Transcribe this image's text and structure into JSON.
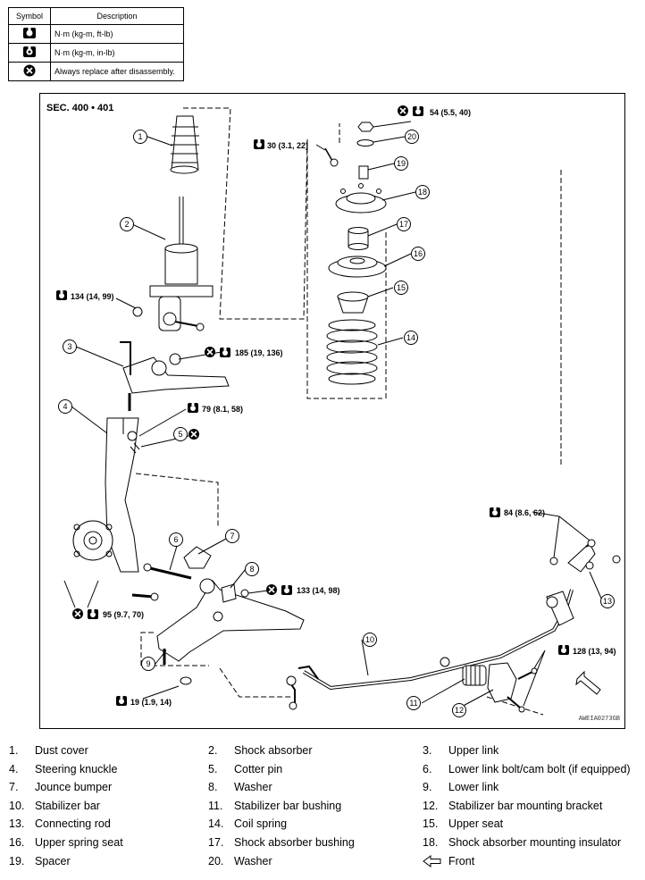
{
  "legend": {
    "header_symbol": "Symbol",
    "header_description": "Description",
    "rows": [
      {
        "icon": "torque-ftlb-icon",
        "text": "N·m (kg-m, ft-lb)"
      },
      {
        "icon": "torque-inlb-icon",
        "text": "N·m (kg-m, in-lb)"
      },
      {
        "icon": "replace-icon",
        "text": "Always replace after disassembly."
      }
    ]
  },
  "diagram": {
    "section": "SEC. 400 • 401",
    "image_code": "AWEIA0273GB",
    "torques": [
      "54 (5.5, 40)",
      "30 (3.1, 22)",
      "134 (14, 99)",
      "185 (19, 136)",
      "79 (8.1, 58)",
      "84 (8.6, 62)",
      "133 (14, 98)",
      "95 (9.7, 70)",
      "128 (13, 94)",
      "19 (1.9, 14)"
    ],
    "callouts": [
      "1",
      "2",
      "3",
      "4",
      "5",
      "6",
      "7",
      "8",
      "9",
      "10",
      "11",
      "12",
      "13",
      "14",
      "15",
      "16",
      "17",
      "18",
      "19",
      "20"
    ]
  },
  "parts": [
    {
      "n": "1.",
      "label": "Dust cover"
    },
    {
      "n": "2.",
      "label": "Shock absorber"
    },
    {
      "n": "3.",
      "label": "Upper link"
    },
    {
      "n": "4.",
      "label": "Steering knuckle"
    },
    {
      "n": "5.",
      "label": "Cotter pin"
    },
    {
      "n": "6.",
      "label": "Lower link bolt/cam bolt (if equipped)"
    },
    {
      "n": "7.",
      "label": "Jounce bumper"
    },
    {
      "n": "8.",
      "label": "Washer"
    },
    {
      "n": "9.",
      "label": "Lower link"
    },
    {
      "n": "10.",
      "label": "Stabilizer bar"
    },
    {
      "n": "11.",
      "label": "Stabilizer bar bushing"
    },
    {
      "n": "12.",
      "label": "Stabilizer bar mounting bracket"
    },
    {
      "n": "13.",
      "label": "Connecting rod"
    },
    {
      "n": "14.",
      "label": "Coil spring"
    },
    {
      "n": "15.",
      "label": "Upper seat"
    },
    {
      "n": "16.",
      "label": "Upper spring seat"
    },
    {
      "n": "17.",
      "label": "Shock absorber bushing"
    },
    {
      "n": "18.",
      "label": "Shock absorber mounting insulator"
    },
    {
      "n": "19.",
      "label": "Spacer"
    },
    {
      "n": "20.",
      "label": "Washer"
    },
    {
      "n": "",
      "label": "Front",
      "icon": "front-arrow-icon"
    }
  ]
}
